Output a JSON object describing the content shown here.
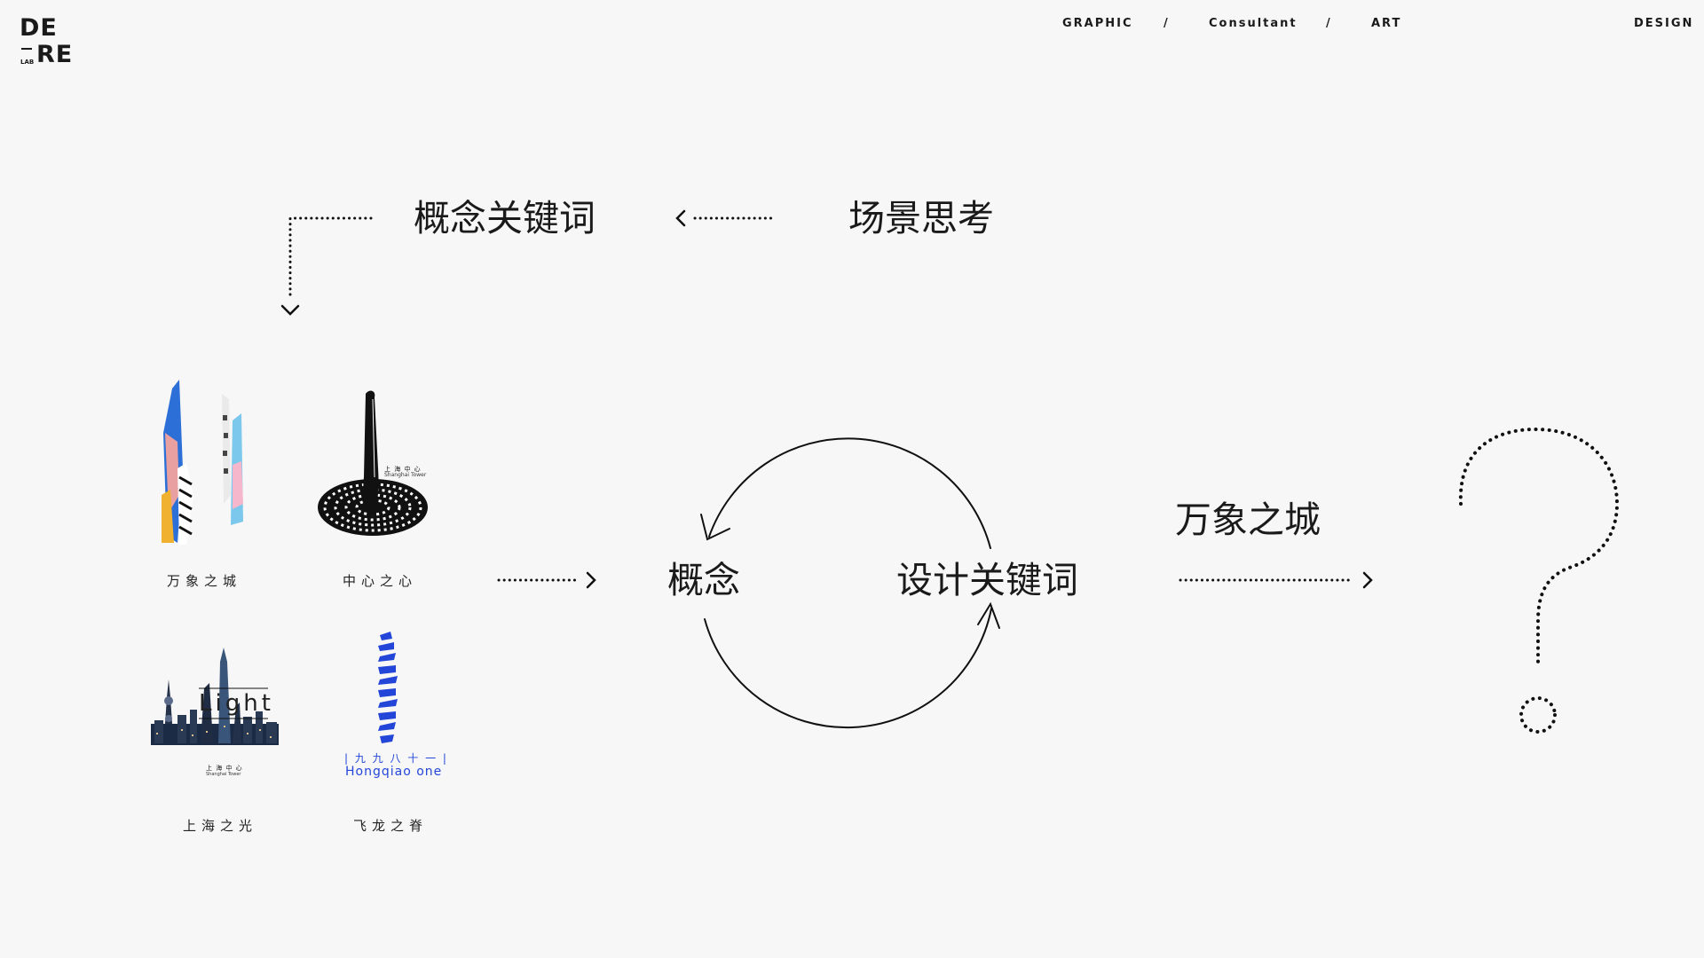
{
  "logo": {
    "line1": "DE",
    "line2": "RE",
    "sub": "LAB"
  },
  "nav": {
    "item1": "GRAPHIC",
    "sep": "/",
    "item2": "Consultant",
    "item3": "ART",
    "item4": "DESIGN"
  },
  "flow": {
    "concept_keywords": "概念关键词",
    "scenario_thinking": "场景思考",
    "concept": "概念",
    "design_keywords": "设计关键词",
    "result": "万象之城"
  },
  "works": [
    {
      "caption": "万象之城"
    },
    {
      "caption": "中心之心",
      "mini_label": "上 海 中 心",
      "mini_sub": "Shanghai Tower"
    },
    {
      "caption": "上海之光",
      "overlay": "Light",
      "mini_label": "上 海 中 心",
      "mini_sub": "Shanghai Tower"
    },
    {
      "caption": "飞龙之脊",
      "overlay": "| 九 九 八 十 一 |",
      "mini_sub": "Hongqiao  one"
    }
  ]
}
